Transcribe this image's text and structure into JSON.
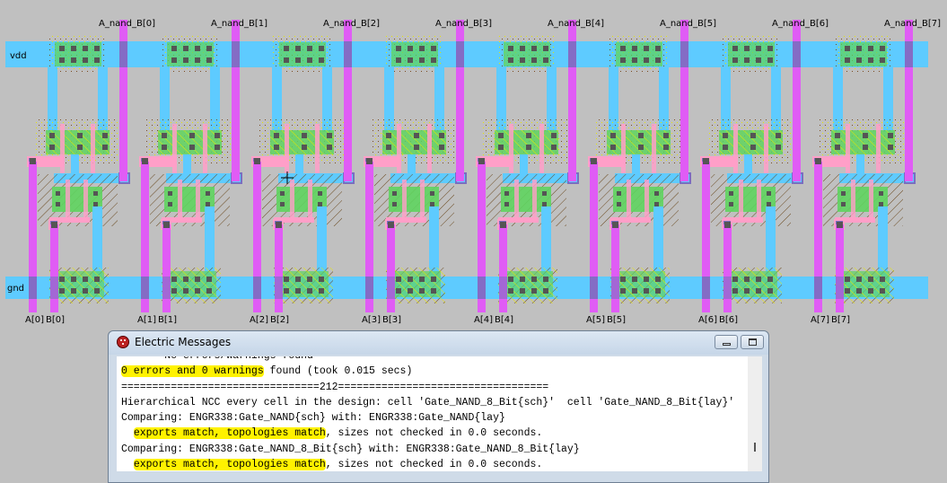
{
  "layout_editor": {
    "rails": {
      "vdd_label": "vdd",
      "gnd_label": "gnd"
    },
    "cells": [
      {
        "output_label": "A_nand_B[0]",
        "input_a_label": "A[0]",
        "input_b_label": "B[0]"
      },
      {
        "output_label": "A_nand_B[1]",
        "input_a_label": "A[1]",
        "input_b_label": "B[1]"
      },
      {
        "output_label": "A_nand_B[2]",
        "input_a_label": "A[2]",
        "input_b_label": "B[2]"
      },
      {
        "output_label": "A_nand_B[3]",
        "input_a_label": "A[3]",
        "input_b_label": "B[3]"
      },
      {
        "output_label": "A_nand_B[4]",
        "input_a_label": "A[4]",
        "input_b_label": "B[4]"
      },
      {
        "output_label": "A_nand_B[5]",
        "input_a_label": "A[5]",
        "input_b_label": "B[5]"
      },
      {
        "output_label": "A_nand_B[6]",
        "input_a_label": "A[6]",
        "input_b_label": "B[6]"
      },
      {
        "output_label": "A_nand_B[7]",
        "input_a_label": "A[7]",
        "input_b_label": "B[7]"
      }
    ],
    "colors": {
      "metal1": "#5ecbff",
      "metal2": "#e05cf5",
      "poly": "#ff9fc8",
      "active": "#5fd45f",
      "via": "#7a6ec0",
      "contact": "#555555",
      "background": "#c0c0c0"
    }
  },
  "messages_window": {
    "title": "Electric Messages",
    "minimize_label": "",
    "maximize_label": "",
    "lines": [
      {
        "pre": "",
        "hl": "",
        "text": "       No errors/warnings found"
      },
      {
        "pre": "",
        "hl": "0 errors and 0 warnings",
        "text": " found (took 0.015 secs)"
      },
      {
        "pre": "",
        "hl": "",
        "text": "================================212=================================="
      },
      {
        "pre": "",
        "hl": "",
        "text": "Hierarchical NCC every cell in the design: cell 'Gate_NAND_8_Bit{sch}'  cell 'Gate_NAND_8_Bit{lay}'"
      },
      {
        "pre": "",
        "hl": "",
        "text": "Comparing: ENGR338:Gate_NAND{sch} with: ENGR338:Gate_NAND{lay}"
      },
      {
        "pre": "  ",
        "hl": "exports match, topologies match",
        "text": ", sizes not checked in 0.0 seconds."
      },
      {
        "pre": "",
        "hl": "",
        "text": "Comparing: ENGR338:Gate_NAND_8_Bit{sch} with: ENGR338:Gate_NAND_8_Bit{lay}"
      },
      {
        "pre": "  ",
        "hl": "exports match, topologies match",
        "text": ", sizes not checked in 0.0 seconds."
      }
    ],
    "highlight_color": "#fff200"
  }
}
